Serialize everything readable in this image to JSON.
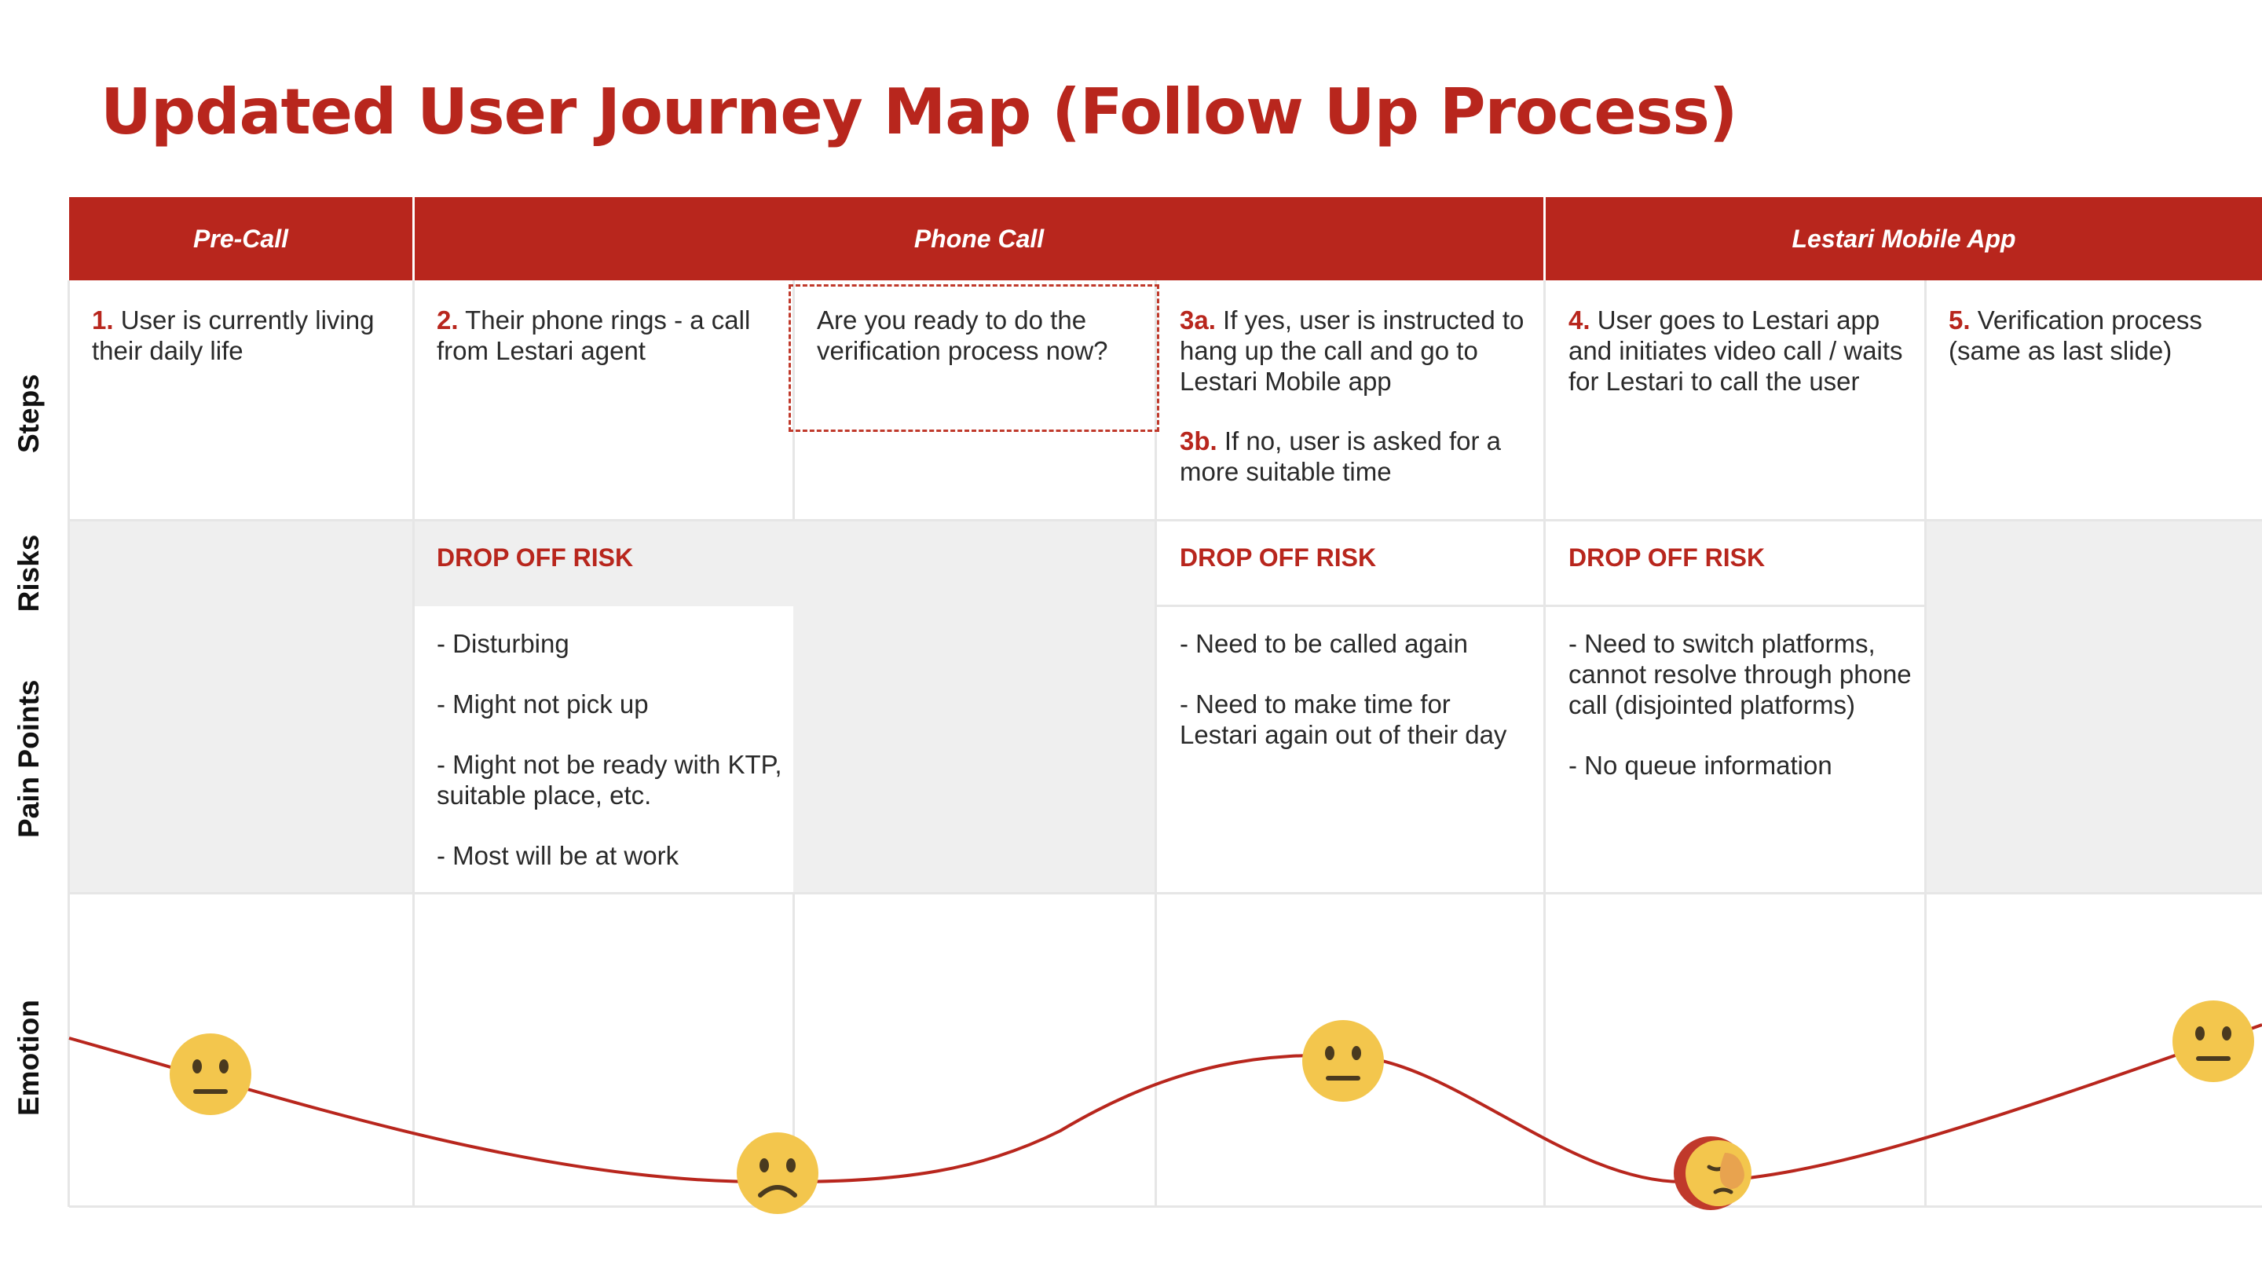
{
  "title": "Updated User Journey Map (Follow Up Process)",
  "colors": {
    "accent": "#b8261d",
    "band": "#efefef",
    "emoji": "#f3c64d"
  },
  "row_labels": {
    "steps": "Steps",
    "risks": "Risks",
    "pain_points": "Pain Points",
    "emotion": "Emotion"
  },
  "phases": [
    "Pre-Call",
    "Phone Call",
    "Lestari Mobile App"
  ],
  "steps": [
    {
      "num": "1.",
      "text": " User is currently living their daily life"
    },
    {
      "num": "2.",
      "text": " Their phone rings - a call from Lestari agent"
    },
    {
      "num": "",
      "text": "Are you ready to do the verification process now?"
    },
    {
      "num": "3a.",
      "text": " If yes, user is instructed to hang up the call and go to Lestari Mobile app",
      "num2": "3b.",
      "text2": " If no, user is asked for a more suitable time"
    },
    {
      "num": "4.",
      "text": " User goes to Lestari app and initiates video call / waits for Lestari to call the user"
    },
    {
      "num": "5.",
      "text": " Verification process (same as last slide)"
    }
  ],
  "risks": [
    "",
    "DROP OFF RISK",
    "",
    "DROP OFF RISK",
    "DROP OFF RISK",
    ""
  ],
  "pain_points": [
    [],
    [
      "- Disturbing",
      "- Might not pick up",
      "- Might not be ready with KTP, suitable place, etc.",
      "- Most will be at work"
    ],
    [],
    [
      "- Need to be called again",
      "- Need to make time for Lestari again out of their day"
    ],
    [
      "- Need to switch platforms, cannot resolve through phone call (disjointed platforms)",
      "- No queue information"
    ],
    []
  ],
  "emotions": [
    {
      "step": "1",
      "mood": "neutral",
      "icon": "neutral-face-icon"
    },
    {
      "step": "2",
      "mood": "sad",
      "icon": "frowning-face-icon"
    },
    {
      "step": "3a",
      "mood": "neutral",
      "icon": "neutral-face-icon"
    },
    {
      "step": "4",
      "mood": "frustrated",
      "icon": "face-palm-icon"
    },
    {
      "step": "5",
      "mood": "neutral",
      "icon": "neutral-face-icon"
    }
  ]
}
